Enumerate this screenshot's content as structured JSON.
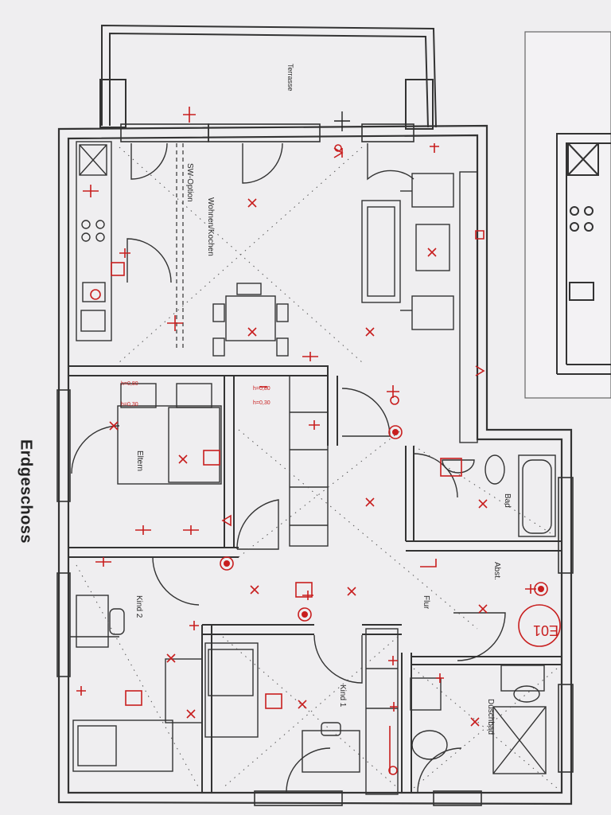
{
  "sheet": {
    "title": "Erdgeschoss",
    "background": "#efeef0",
    "wall_color": "#333333",
    "symbol_color": "#c81e1e"
  },
  "rooms": [
    {
      "id": "terrasse",
      "label": "Terrasse"
    },
    {
      "id": "wohnen",
      "label": "Wohnen/Kochen"
    },
    {
      "id": "sw",
      "label": "SW-Option"
    },
    {
      "id": "eltern",
      "label": "Eltern"
    },
    {
      "id": "bad",
      "label": "Bad"
    },
    {
      "id": "abst",
      "label": "Abst."
    },
    {
      "id": "flur",
      "label": "Flur"
    },
    {
      "id": "kind2",
      "label": "Kind 2"
    },
    {
      "id": "kind1",
      "label": "Kind 1"
    },
    {
      "id": "duschbad",
      "label": "Duschbad"
    }
  ],
  "notes": {
    "h1": "h=0,80",
    "h2": "h=0,30",
    "h3": "h=0,80",
    "h4": "h=0,30",
    "room_number": "E01"
  }
}
